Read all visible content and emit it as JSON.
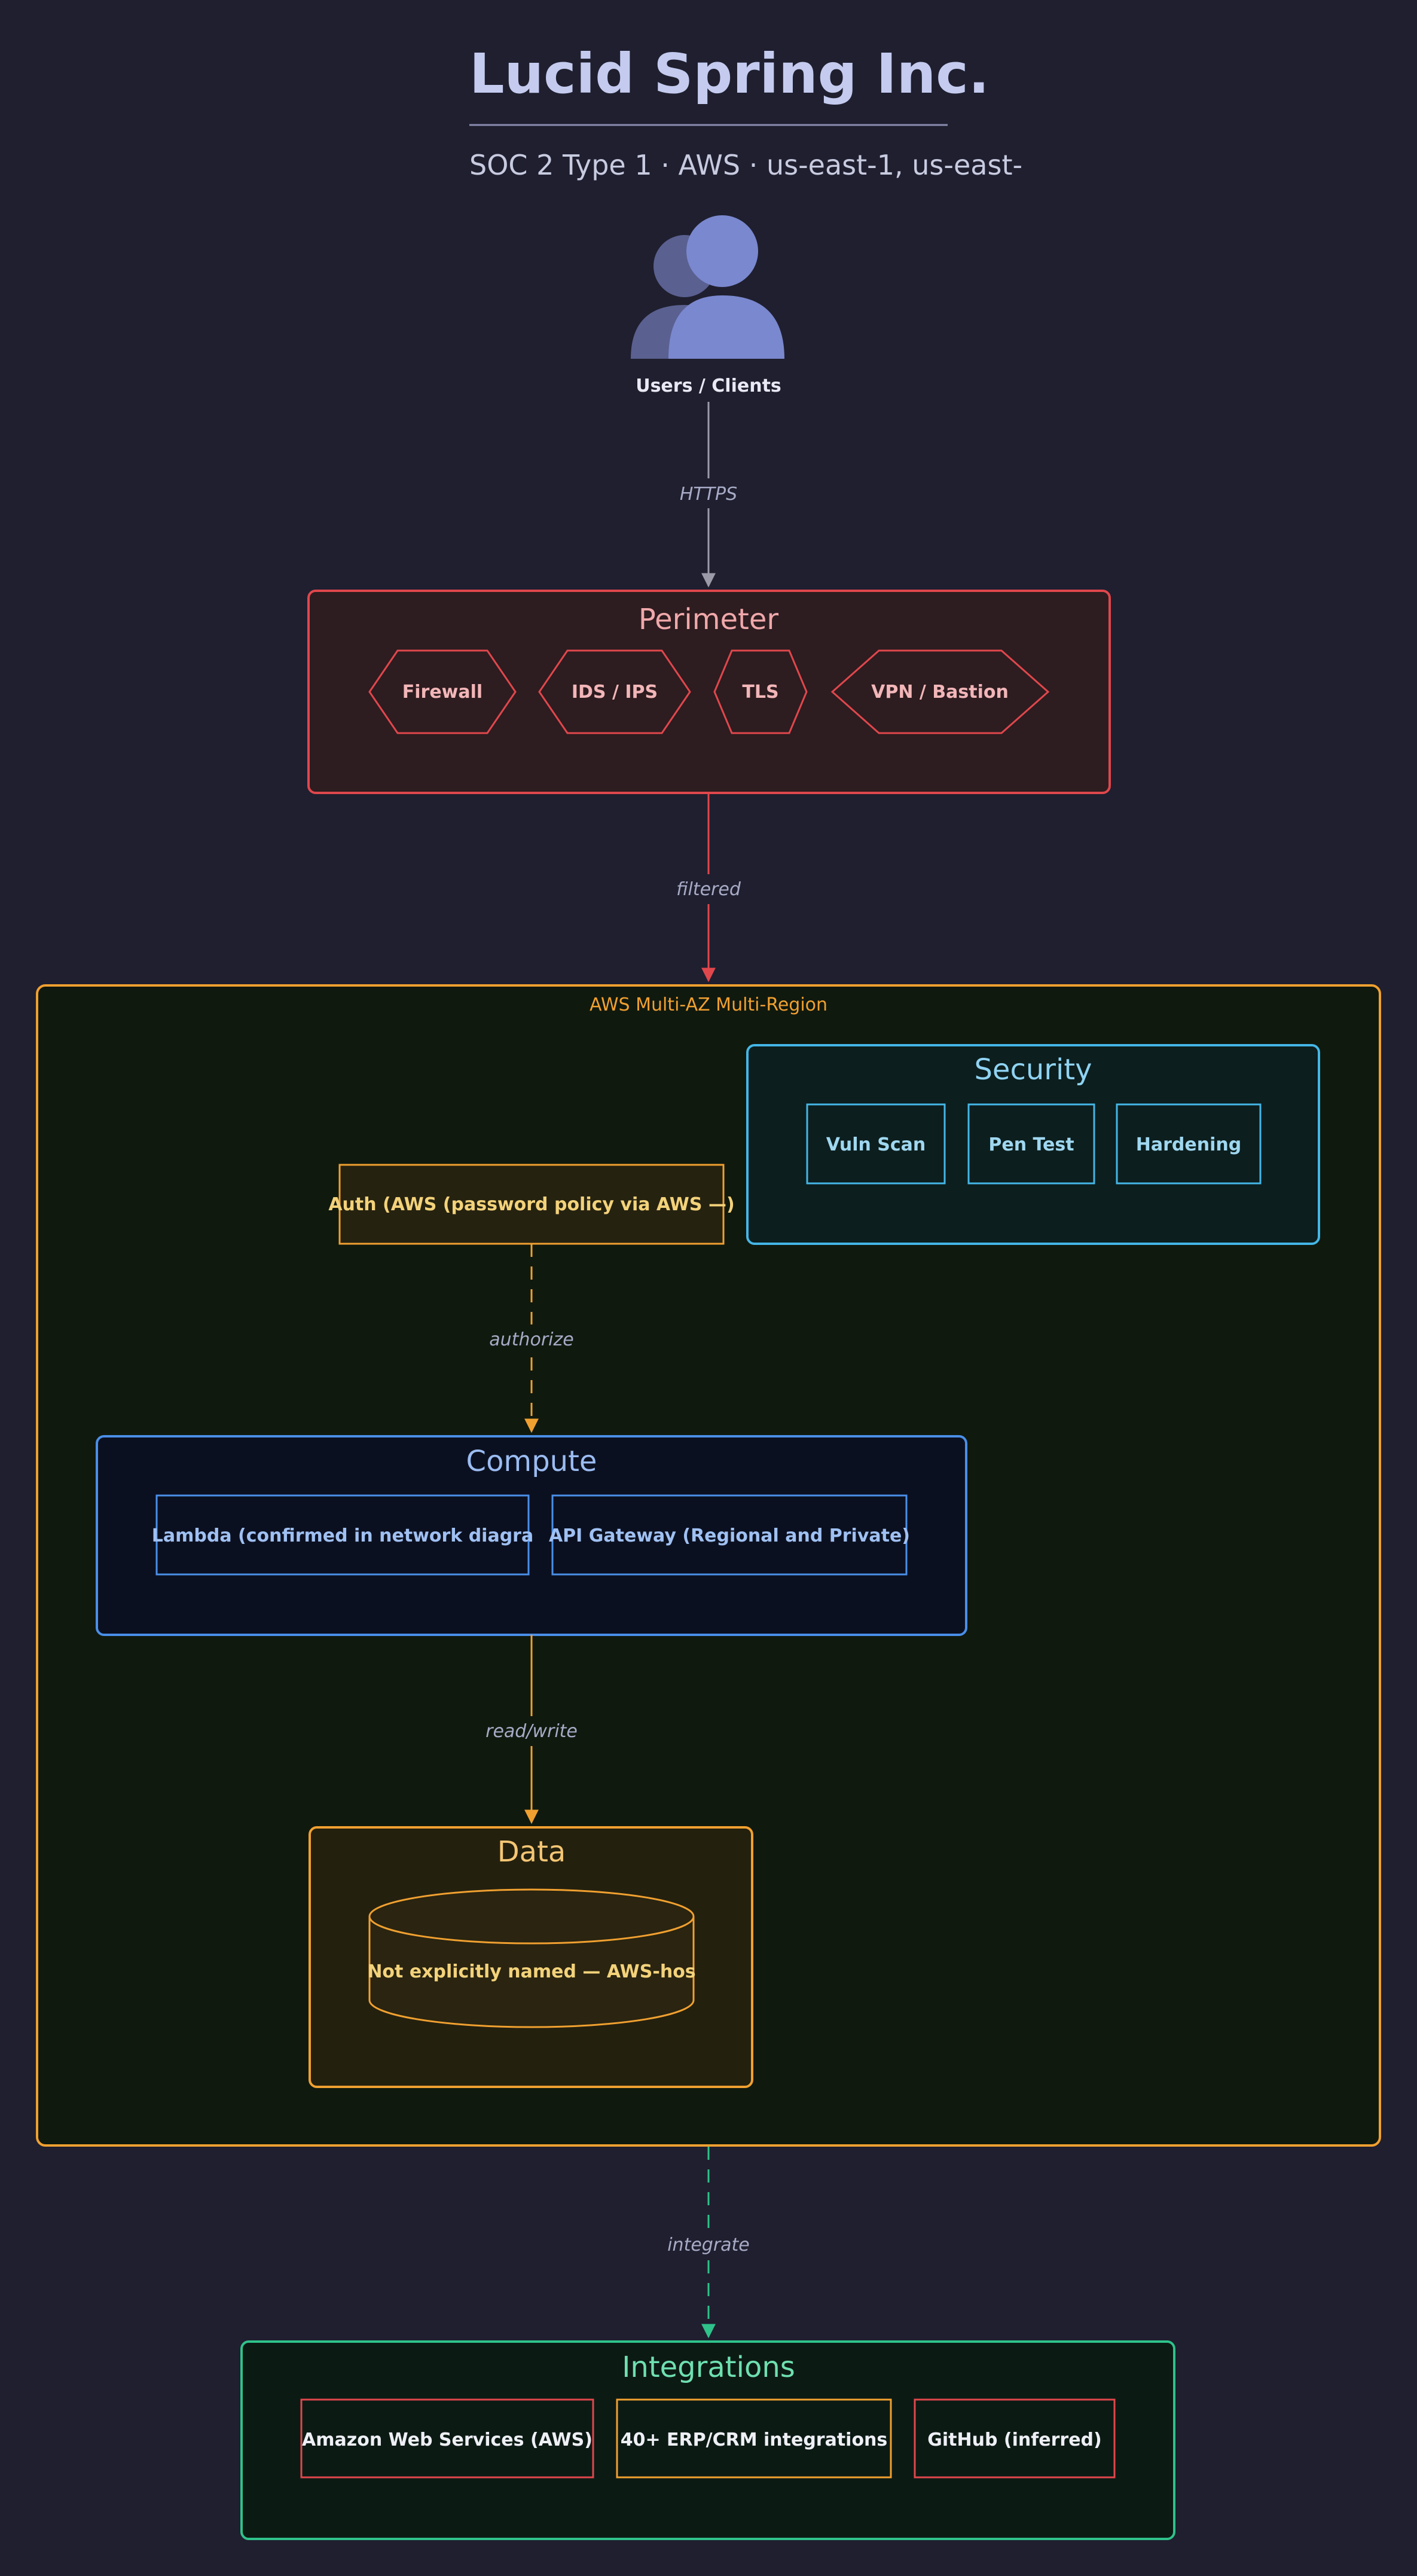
{
  "header": {
    "title": "Lucid Spring Inc.",
    "subtitle": "SOC 2 Type 1 · AWS · us-east-1, us-east-"
  },
  "users": {
    "label": "Users / Clients",
    "icon": "users-icon"
  },
  "edges": {
    "https": "HTTPS",
    "filtered": "filtered",
    "authorize": "authorize",
    "read_write": "read/write",
    "integrate": "integrate"
  },
  "perimeter": {
    "title": "Perimeter",
    "items": [
      "Firewall",
      "IDS / IPS",
      "TLS",
      "VPN / Bastion"
    ]
  },
  "region": {
    "label": "AWS Multi-AZ Multi-Region"
  },
  "security": {
    "title": "Security",
    "items": [
      "Vuln Scan",
      "Pen Test",
      "Hardening"
    ]
  },
  "auth": {
    "label": "Auth (AWS (password policy via AWS —)"
  },
  "compute": {
    "title": "Compute",
    "items": [
      "Lambda (confirmed in network diagra",
      "API Gateway (Regional and Private)"
    ]
  },
  "data_group": {
    "title": "Data",
    "db_label": "Not explicitly named — AWS-hos"
  },
  "integrations": {
    "title": "Integrations",
    "items": [
      "Amazon Web Services (AWS)",
      "40+ ERP/CRM integrations",
      "GitHub (inferred)"
    ]
  },
  "colors": {
    "background": "#1f1f2f",
    "perimeter": "#e0474c",
    "region": "#f0a030",
    "security": "#45b6e6",
    "compute": "#4a8fe8",
    "data": "#f0a030",
    "integrations": "#2fc28a"
  }
}
